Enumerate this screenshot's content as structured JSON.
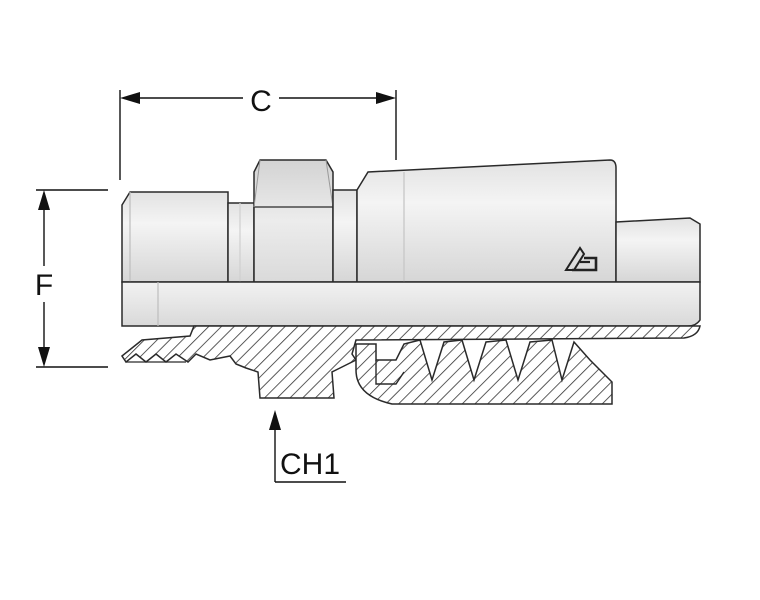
{
  "diagram": {
    "dimensions": {
      "c_label": "C",
      "f_label": "F",
      "ch1_label": "CH1"
    },
    "logo": "brand-logo-icon",
    "colors": {
      "body_light": "#ededed",
      "body_mid": "#d8d8d8",
      "body_dark": "#c4c4c4",
      "outline": "#2a2a2a",
      "hatch": "#333333",
      "dim_line": "#111111"
    }
  }
}
